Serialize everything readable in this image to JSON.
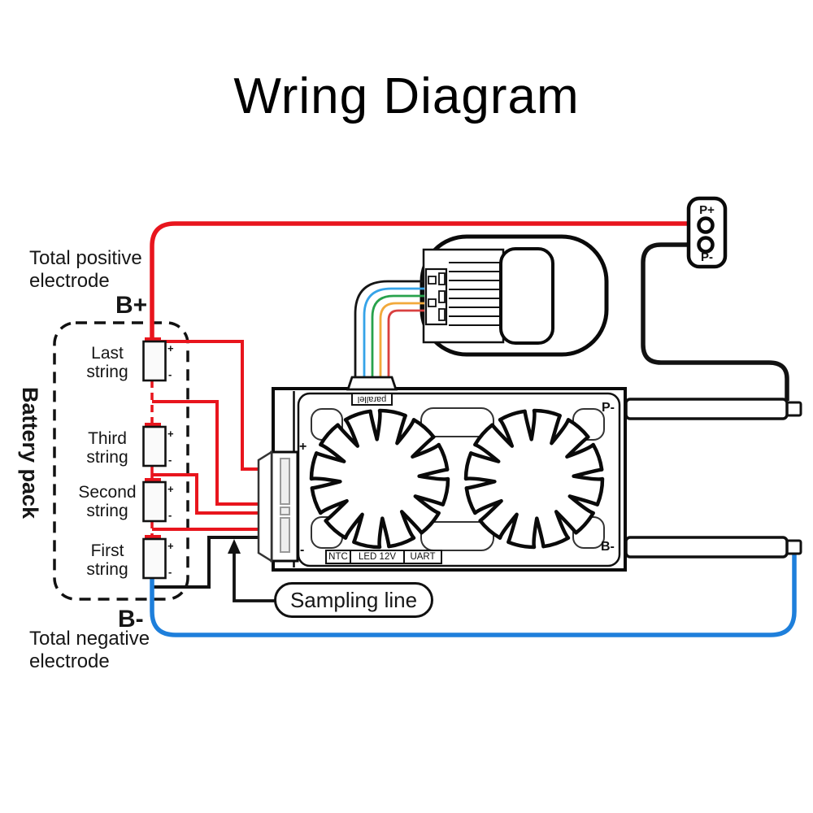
{
  "title": "Wring Diagram",
  "labels": {
    "total_positive": "Total positive\nelectrode",
    "b_plus": "B+",
    "battery_pack": "Battery pack",
    "b_minus": "B-",
    "total_negative": "Total negative\nelectrode",
    "sampling_line": "Sampling line"
  },
  "battery": {
    "strings": [
      "Last\nstring",
      "Third\nstring",
      "Second\nstring",
      "First\nstring"
    ],
    "plus": "+",
    "minus": "-"
  },
  "output_connector": {
    "positive": "P+",
    "negative": "P-"
  },
  "bms": {
    "parallel_label": "parallel",
    "plus": "+",
    "minus": "-",
    "p_minus": "P-",
    "b_minus": "B-",
    "ports": [
      "NTC",
      "LED 12V",
      "UART"
    ]
  },
  "colors": {
    "wire_red": "#e8151d",
    "wire_black": "#121212",
    "wire_blue": "#1e7fdb",
    "balance_black": "#151515",
    "balance_blue": "#35a3e8",
    "balance_green": "#28a24c",
    "balance_orange": "#f2a93b",
    "balance_red": "#d94040"
  }
}
